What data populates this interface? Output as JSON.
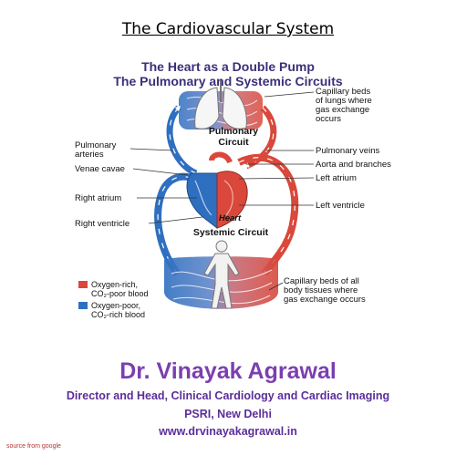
{
  "title": "The Cardiovascular System",
  "diagram": {
    "title_line1": "The Heart as a Double Pump",
    "title_line2": "The Pulmonary and Systemic Circuits",
    "circuit_pulmonary_1": "Pulmonary",
    "circuit_pulmonary_2": "Circuit",
    "circuit_systemic": "Systemic Circuit",
    "heart_label": "Heart",
    "labels_left": {
      "pulmonary_arteries_1": "Pulmonary",
      "pulmonary_arteries_2": "arteries",
      "venae_cavae": "Venae cavae",
      "right_atrium": "Right atrium",
      "right_ventricle": "Right ventricle"
    },
    "labels_right": {
      "capillary_lungs_1": "Capillary beds",
      "capillary_lungs_2": "of lungs where",
      "capillary_lungs_3": "gas exchange",
      "capillary_lungs_4": "occurs",
      "pulmonary_veins": "Pulmonary veins",
      "aorta": "Aorta and branches",
      "left_atrium": "Left atrium",
      "left_ventricle": "Left ventricle",
      "capillary_body_1": "Capillary beds of all",
      "capillary_body_2": "body tissues where",
      "capillary_body_3": "gas exchange occurs"
    },
    "legend": {
      "oxygen_rich_1": "Oxygen-rich,",
      "oxygen_rich_2": "CO₂-poor blood",
      "oxygen_poor_1": "Oxygen-poor,",
      "oxygen_poor_2": "CO₂-rich blood"
    },
    "colors": {
      "oxygen_rich": "#d9483b",
      "oxygen_poor": "#2f6fbf"
    }
  },
  "author": {
    "name": "Dr. Vinayak Agrawal",
    "role": "Director and Head, Clinical Cardiology and Cardiac Imaging",
    "institution": "PSRI, New Delhi",
    "website": "www.drvinayakagrawal.in"
  },
  "source_note": "source from google"
}
